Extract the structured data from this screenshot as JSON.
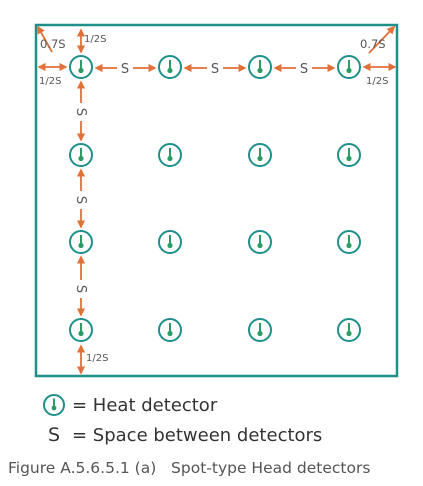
{
  "colors": {
    "border": "#1f8f8a",
    "detector": "#2e9a66",
    "arrow": "#e2703a",
    "text": "#555555"
  },
  "diagram": {
    "rows": 4,
    "cols": 4,
    "labels": {
      "corner_distance": "0.7S",
      "half_spacing": "1/2S",
      "spacing": "S"
    }
  },
  "legend": {
    "detector_label": "= Heat detector",
    "s_symbol": "S",
    "s_label": "= Space between detectors"
  },
  "caption": "Figure A.5.6.5.1 (a)   Spot-type Head detectors"
}
